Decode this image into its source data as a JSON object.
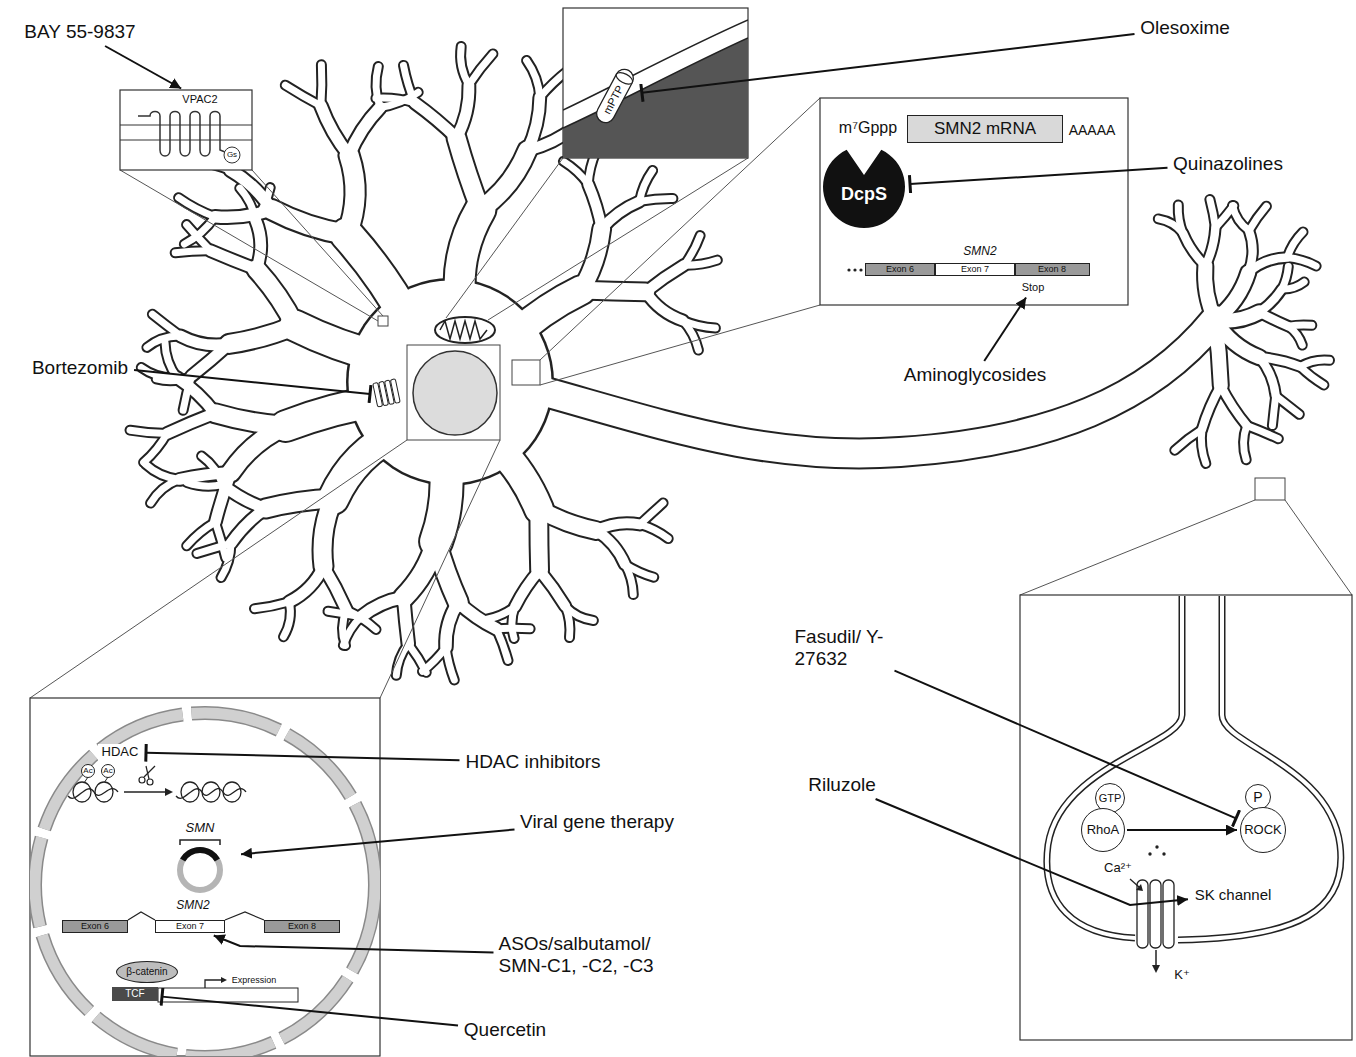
{
  "diagram": {
    "nodes": [
      {
        "text": [
          "BAY 55-9837"
        ]
      },
      {
        "text": [
          "VPAC2"
        ]
      },
      {
        "text": [
          "Olesoxime"
        ]
      },
      {
        "text": [
          "mPTP"
        ]
      },
      {
        "text": [
          "m⁷Gppp"
        ]
      },
      {
        "text": [
          "SMN2 mRNA"
        ]
      },
      {
        "text": [
          "AAAAA"
        ]
      },
      {
        "text": [
          "DcpS"
        ]
      },
      {
        "text": [
          "Quinazolines"
        ]
      },
      {
        "text": [
          "Exon 6"
        ]
      },
      {
        "text": [
          "Exon 7"
        ]
      },
      {
        "text": [
          "Exon 8"
        ]
      },
      {
        "text": [
          "Stop"
        ]
      },
      {
        "text": [
          "Aminoglycosides"
        ]
      },
      {
        "text": [
          "HDAC"
        ]
      },
      {
        "text": [
          "HDAC inhibitors"
        ]
      },
      {
        "text": [
          "SMN"
        ]
      },
      {
        "text": [
          "Viral gene therapy"
        ]
      },
      {
        "text": [
          "Exon 6"
        ]
      },
      {
        "text": [
          "Exon 7"
        ]
      },
      {
        "text": [
          "Exon 8"
        ]
      },
      {
        "text": [
          "ASOs/salbutamol/ SMN-C1, -C2, -C3"
        ]
      },
      {
        "text": [
          "β-catenin"
        ]
      },
      {
        "text": [
          "TCF"
        ]
      },
      {
        "text": [
          "Expression"
        ]
      },
      {
        "text": [
          "Quercetin"
        ]
      },
      {
        "text": [
          "Fasudil/ Y-27632"
        ]
      },
      {
        "text": [
          "Riluzole"
        ]
      },
      {
        "text": [
          "GTP"
        ]
      },
      {
        "text": [
          "RhoA"
        ]
      },
      {
        "text": [
          "P"
        ]
      },
      {
        "text": [
          "ROCK"
        ]
      },
      {
        "text": [
          "SK channel"
        ]
      }
    ],
    "edges": [
      {
        "from": 0,
        "to": 1,
        "arrow": "to"
      },
      {
        "from": 2,
        "to": 3,
        "arrow": "to"
      },
      {
        "from": 8,
        "to": 7,
        "arrow": "to"
      },
      {
        "from": 13,
        "to": 12,
        "arrow": "to"
      },
      {
        "from": 15,
        "to": 14,
        "arrow": "to"
      },
      {
        "from": 17,
        "to": 16,
        "arrow": "to"
      },
      {
        "from": 21,
        "to": 19,
        "arrow": "to"
      },
      {
        "from": 25,
        "to": 23,
        "arrow": "to"
      },
      {
        "from": 26,
        "to": 31,
        "arrow": "to"
      },
      {
        "from": 27,
        "to": 32,
        "arrow": "to"
      },
      {
        "from": 29,
        "to": 31,
        "arrow": "to"
      }
    ],
    "labels": [
      "Gs",
      "SMN2",
      "Bortezomib",
      "Ac",
      "Ac",
      "SMN2",
      "Ca²⁺",
      "K⁺"
    ]
  }
}
